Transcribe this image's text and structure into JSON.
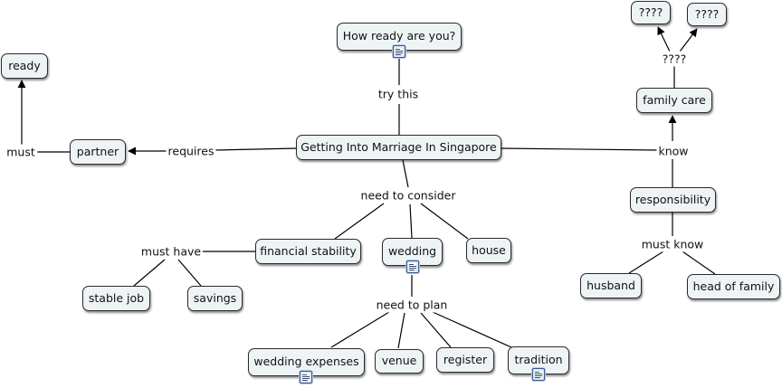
{
  "concepts": {
    "central": "Getting Into Marriage In Singapore",
    "how_ready": "How ready are you?",
    "partner": "partner",
    "ready": "ready",
    "family_care": "family care",
    "unknown_1": "????",
    "unknown_2": "????",
    "responsibility": "responsibility",
    "husband": "husband",
    "head_of_family": "head of family",
    "financial_stability": "financial stability",
    "wedding": "wedding",
    "house": "house",
    "stable_job": "stable job",
    "savings": "savings",
    "wedding_expenses": "wedding expenses",
    "venue": "venue",
    "register": "register",
    "tradition": "tradition"
  },
  "linking_phrases": {
    "try_this": "try this",
    "requires": "requires",
    "must": "must",
    "know": "know",
    "unknown_link": "????",
    "must_know": "must know",
    "need_to_consider": "need to consider",
    "must_have": "must have",
    "need_to_plan": "need to plan"
  },
  "resource_icon": "document-icon"
}
